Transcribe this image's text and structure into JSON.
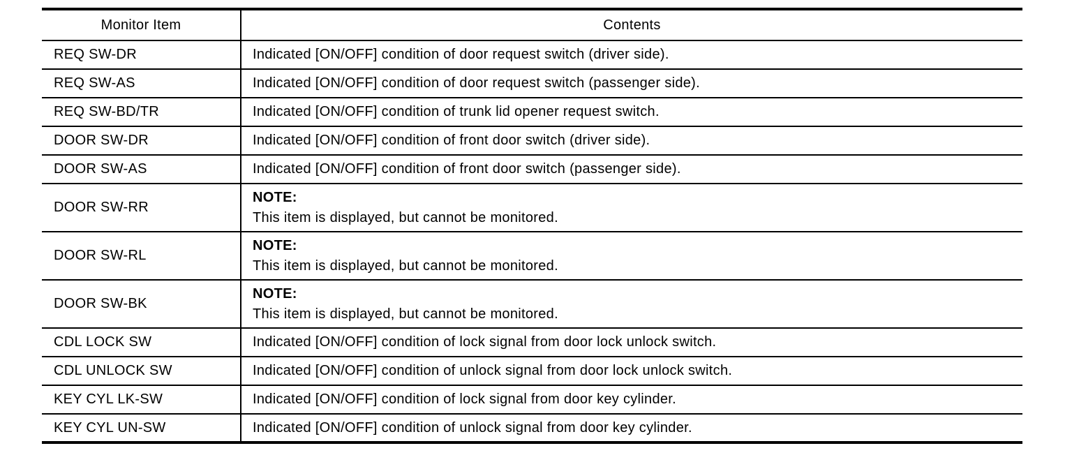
{
  "table": {
    "headers": {
      "monitor_item": "Monitor Item",
      "contents": "Contents"
    },
    "rows": [
      {
        "item": "REQ SW-DR",
        "contents": "Indicated [ON/OFF] condition of door request switch (driver side)."
      },
      {
        "item": "REQ SW-AS",
        "contents": "Indicated [ON/OFF] condition of door request switch (passenger side)."
      },
      {
        "item": "REQ SW-BD/TR",
        "contents": "Indicated [ON/OFF] condition of trunk lid opener request switch."
      },
      {
        "item": "DOOR SW-DR",
        "contents": "Indicated [ON/OFF] condition of front door switch (driver side)."
      },
      {
        "item": "DOOR SW-AS",
        "contents": "Indicated [ON/OFF] condition of front door switch (passenger side)."
      },
      {
        "item": "DOOR SW-RR",
        "note_label": "NOTE:",
        "contents": "This item is displayed, but cannot be monitored."
      },
      {
        "item": "DOOR SW-RL",
        "note_label": "NOTE:",
        "contents": "This item is displayed, but cannot be monitored."
      },
      {
        "item": "DOOR SW-BK",
        "note_label": "NOTE:",
        "contents": "This item is displayed, but cannot be monitored."
      },
      {
        "item": "CDL LOCK SW",
        "contents": "Indicated [ON/OFF] condition of lock signal from door lock unlock switch."
      },
      {
        "item": "CDL UNLOCK SW",
        "contents": "Indicated [ON/OFF] condition of unlock signal from door lock unlock switch."
      },
      {
        "item": "KEY CYL LK-SW",
        "contents": "Indicated [ON/OFF] condition of lock signal from door key cylinder."
      },
      {
        "item": "KEY CYL UN-SW",
        "contents": "Indicated [ON/OFF] condition of unlock signal from door key cylinder."
      }
    ],
    "colors": {
      "border": "#000000",
      "text": "#000000",
      "background": "#ffffff"
    }
  }
}
